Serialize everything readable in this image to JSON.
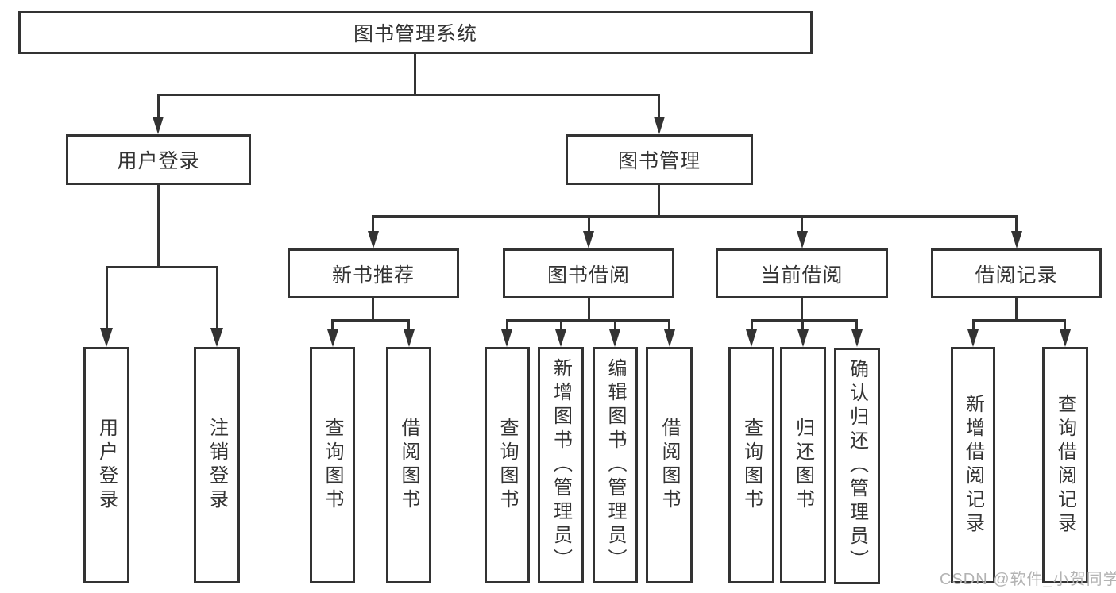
{
  "diagram": {
    "root": {
      "label": "图书管理系统"
    },
    "level2": [
      {
        "label": "用户登录"
      },
      {
        "label": "图书管理"
      }
    ],
    "level3": [
      {
        "label": "新书推荐"
      },
      {
        "label": "图书借阅"
      },
      {
        "label": "当前借阅"
      },
      {
        "label": "借阅记录"
      }
    ],
    "leaves": [
      {
        "label": "用户登录"
      },
      {
        "label": "注销登录"
      },
      {
        "label": "查询图书"
      },
      {
        "label": "借阅图书"
      },
      {
        "label": "查询图书"
      },
      {
        "label": "新增图书（管理员）"
      },
      {
        "label": "编辑图书（管理员）"
      },
      {
        "label": "借阅图书"
      },
      {
        "label": "查询图书"
      },
      {
        "label": "归还图书"
      },
      {
        "label": "确认归还（管理员）"
      },
      {
        "label": "新增借阅记录"
      },
      {
        "label": "查询借阅记录"
      }
    ]
  },
  "watermark": {
    "text": "CSDN @软件_小贺同学"
  },
  "colors": {
    "line": "#333333",
    "box_fill": "#ffffff",
    "text": "#333333",
    "watermark": "#b3b3b3",
    "background": "#ffffff"
  }
}
